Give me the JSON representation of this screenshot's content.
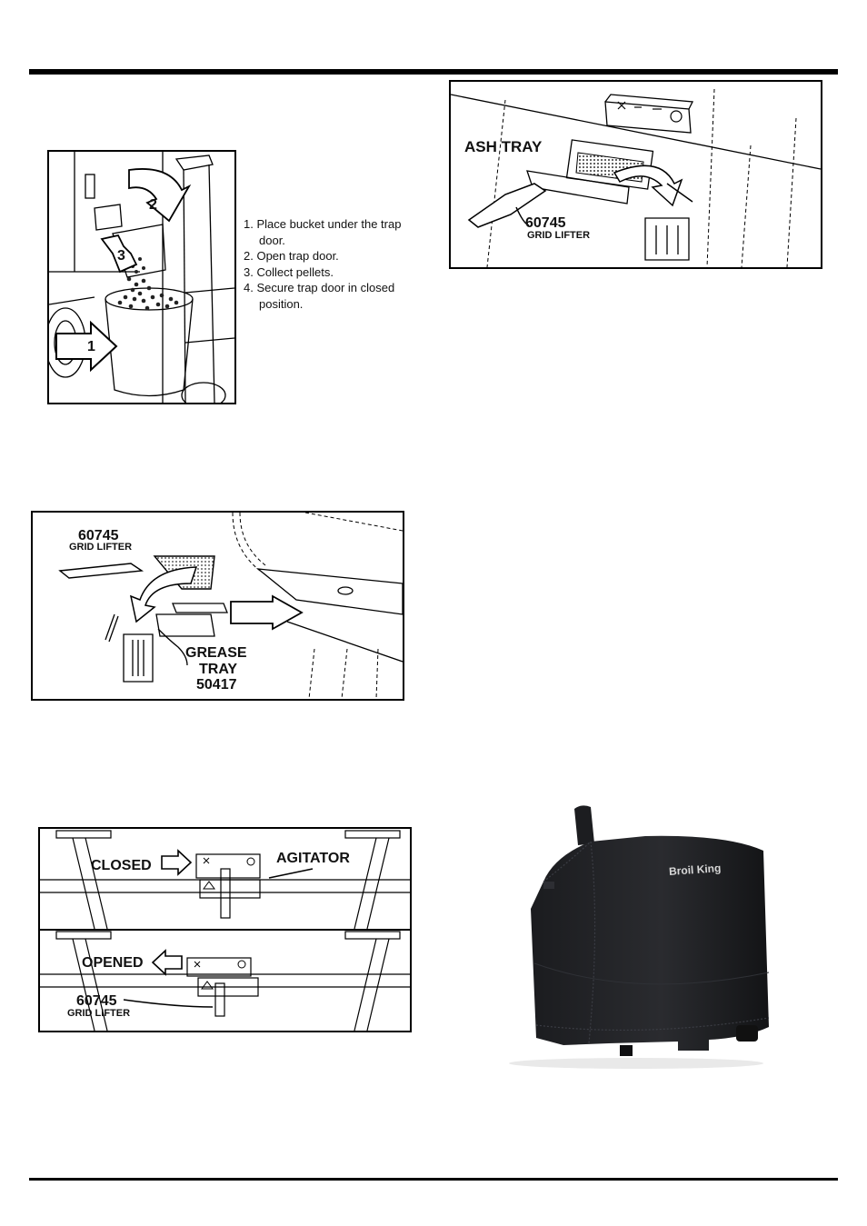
{
  "trap_door": {
    "steps": [
      "1. Place bucket under the trap door.",
      "2. Open trap door.",
      "3. Collect pellets.",
      "4. Secure trap door in closed position."
    ],
    "arrow_numbers": [
      "1",
      "2",
      "3"
    ]
  },
  "ash_tray": {
    "title": "ASH TRAY",
    "part_number": "60745",
    "part_name": "GRID LIFTER"
  },
  "grease_tray": {
    "part_number": "60745",
    "part_name": "GRID LIFTER",
    "tray_line1": "GREASE",
    "tray_line2": "TRAY",
    "tray_number": "50417"
  },
  "agitator": {
    "closed_label": "CLOSED",
    "agitator_label": "AGITATOR",
    "opened_label": "OPENED",
    "part_number": "60745",
    "part_name": "GRID LIFTER"
  },
  "cover": {
    "brand": "Broil King"
  }
}
